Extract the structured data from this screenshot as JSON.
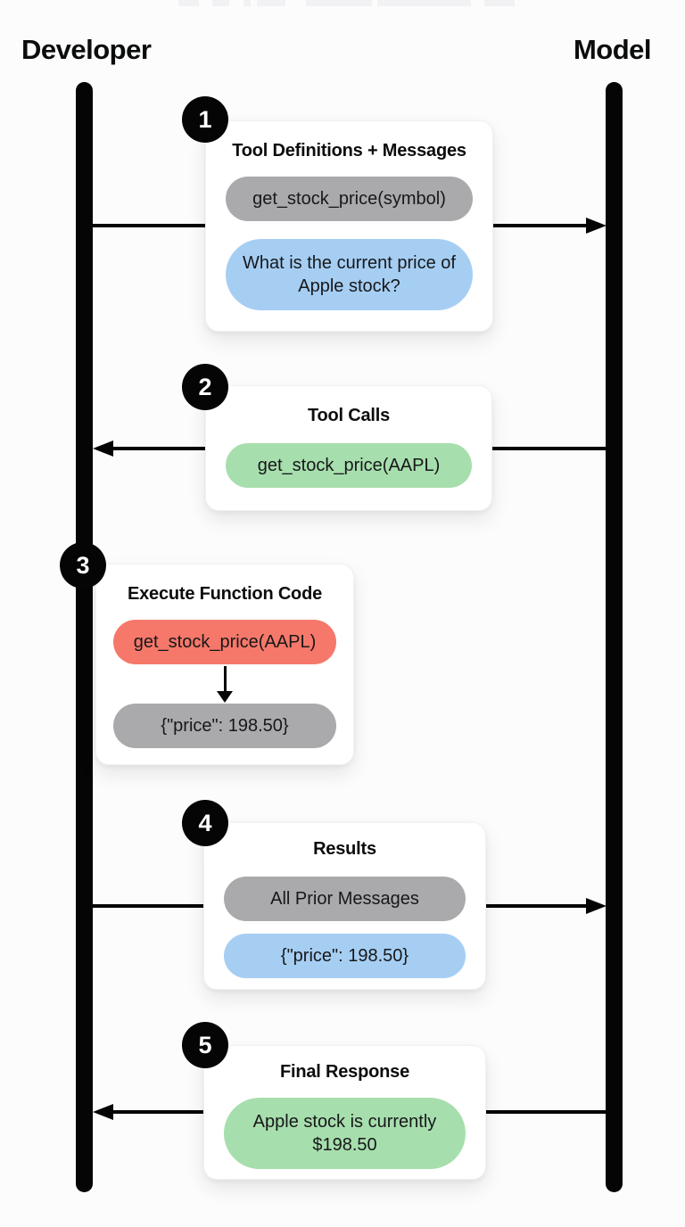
{
  "actors": {
    "left": "Developer",
    "right": "Model"
  },
  "steps": [
    {
      "number": "1",
      "title": "Tool Definitions + Messages",
      "direction": "developer-to-model",
      "pills": [
        {
          "text": "get_stock_price(symbol)",
          "color": "gray"
        },
        {
          "text": "What is the current price of Apple stock?",
          "color": "blue"
        }
      ]
    },
    {
      "number": "2",
      "title": "Tool Calls",
      "direction": "model-to-developer",
      "pills": [
        {
          "text": "get_stock_price(AAPL)",
          "color": "green"
        }
      ]
    },
    {
      "number": "3",
      "title": "Execute Function Code",
      "direction": "developer-self",
      "pills": [
        {
          "text": "get_stock_price(AAPL)",
          "color": "red"
        },
        {
          "text": "{\"price\": 198.50}",
          "color": "gray"
        }
      ]
    },
    {
      "number": "4",
      "title": "Results",
      "direction": "developer-to-model",
      "pills": [
        {
          "text": "All Prior Messages",
          "color": "gray"
        },
        {
          "text": "{\"price\": 198.50}",
          "color": "blue"
        }
      ]
    },
    {
      "number": "5",
      "title": "Final Response",
      "direction": "model-to-developer",
      "pills": [
        {
          "text": "Apple stock is currently $198.50",
          "color": "green"
        }
      ]
    }
  ],
  "colors": {
    "background": "#fcfcfc",
    "lifeline": "#050505",
    "card_background": "#ffffff",
    "pill_gray": "#aaaaac",
    "pill_blue": "#a6cef3",
    "pill_green": "#a7dead",
    "pill_red": "#f5786a",
    "pill_text": "#17181a",
    "badge_background": "#050505",
    "badge_text": "#ffffff"
  }
}
